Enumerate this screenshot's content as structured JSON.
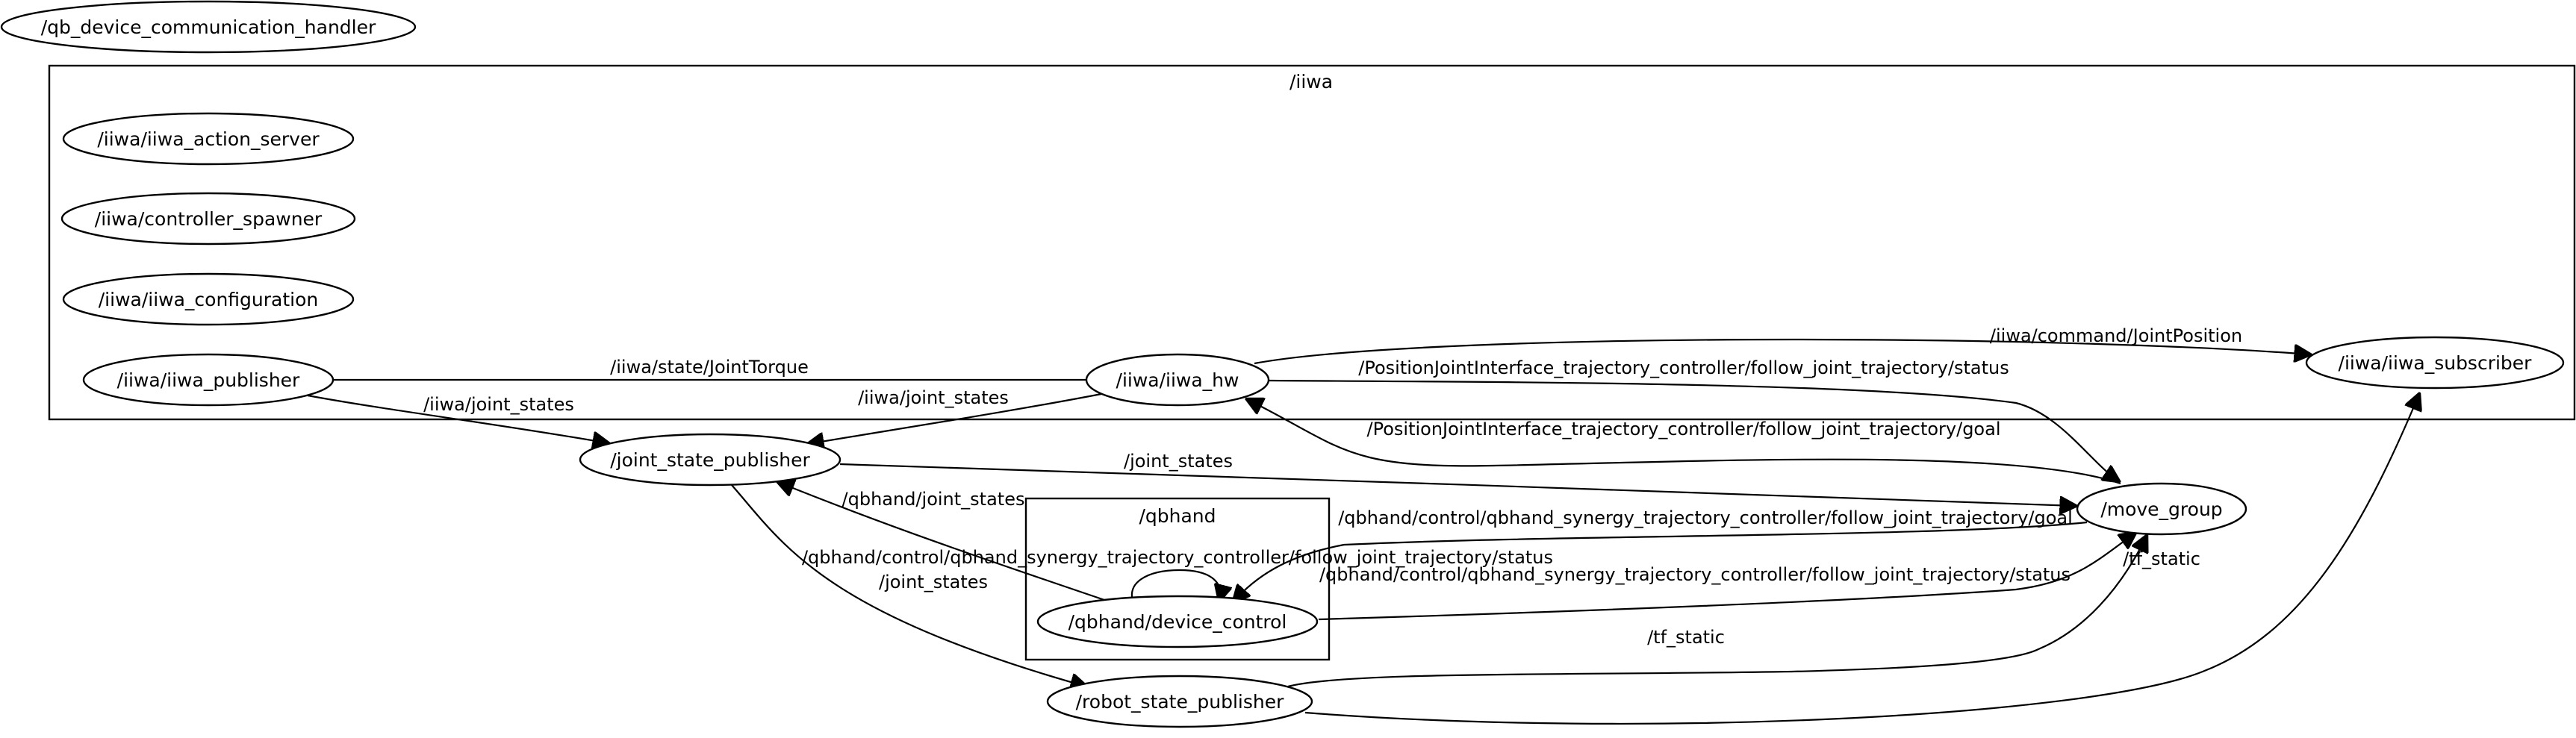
{
  "clusters": {
    "iiwa": "/iiwa",
    "qbhand": "/qbhand"
  },
  "nodes": {
    "qb_device_communication_handler": "/qb_device_communication_handler",
    "iiwa_action_server": "/iiwa/iiwa_action_server",
    "controller_spawner": "/iiwa/controller_spawner",
    "iiwa_configuration": "/iiwa/iiwa_configuration",
    "iiwa_publisher": "/iiwa/iiwa_publisher",
    "iiwa_hw": "/iiwa/iiwa_hw",
    "iiwa_subscriber": "/iiwa/iiwa_subscriber",
    "joint_state_publisher": "/joint_state_publisher",
    "move_group": "/move_group",
    "qbhand_device_control": "/qbhand/device_control",
    "robot_state_publisher": "/robot_state_publisher"
  },
  "edges": {
    "publisher_to_hw": "/iiwa/state/JointTorque",
    "publisher_to_jsp": "/iiwa/joint_states",
    "hw_to_jsp": "/iiwa/joint_states",
    "hw_to_subscriber": "/iiwa/command/JointPosition",
    "hw_to_move_group": "/PositionJointInterface_trajectory_controller/follow_joint_trajectory/status",
    "move_group_to_hw": "/PositionJointInterface_trajectory_controller/follow_joint_trajectory/goal",
    "jsp_to_move_group": "/joint_states",
    "device_control_to_jsp": "/qbhand/joint_states",
    "device_control_self": "/qbhand/control/qbhand_synergy_trajectory_controller/follow_joint_trajectory/status",
    "move_group_to_device_control": "/qbhand/control/qbhand_synergy_trajectory_controller/follow_joint_trajectory/goal",
    "device_control_to_move_group": "/qbhand/control/qbhand_synergy_trajectory_controller/follow_joint_trajectory/status",
    "jsp_to_rsp": "/joint_states",
    "rsp_to_move_group": "/tf_static",
    "rsp_to_subscriber": "/tf_static"
  }
}
